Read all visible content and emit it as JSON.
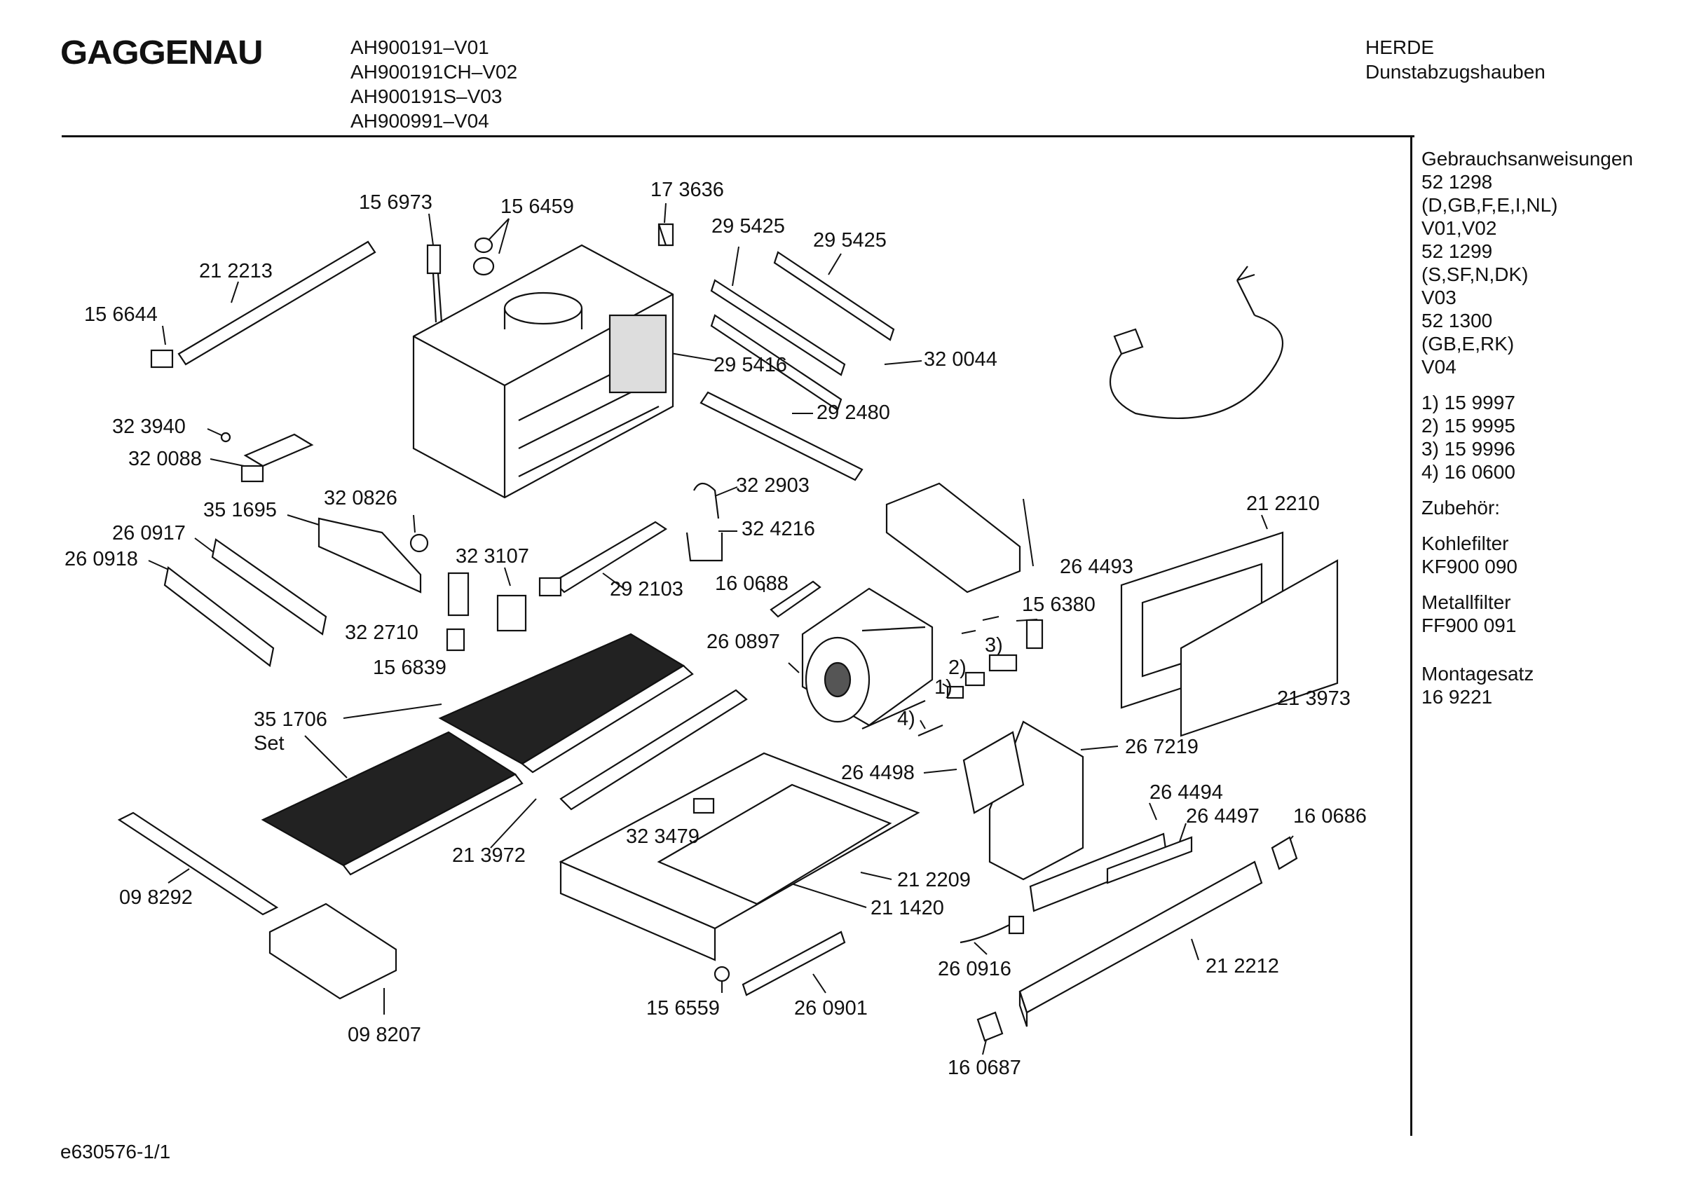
{
  "header": {
    "brand": "GAGGENAU",
    "models": [
      "AH900191–V01",
      "AH900191CH–V02",
      "AH900191S–V03",
      "AH900991–V04"
    ],
    "category": "HERDE",
    "subcategory": "Dunstabzugshauben"
  },
  "sidebar": {
    "lines": [
      "Gebrauchsanweisungen",
      "52 1298",
      "(D,GB,F,E,I,NL)",
      "V01,V02",
      "52 1299",
      "(S,SF,N,DK)",
      "V03",
      "52 1300",
      "(GB,E,RK)",
      "V04",
      "",
      "1)  15 9997",
      "2)  15 9995",
      "3)  15 9996",
      "4)  16 0600",
      "",
      "Zubehör:",
      "",
      "Kohlefilter",
      "KF900 090",
      "",
      "Metallfilter",
      "FF900 091",
      "",
      "",
      "Montagesatz",
      "16 9221"
    ]
  },
  "callouts": [
    "15 6973",
    "15 6459",
    "17 3636",
    "29 5425",
    "29 5425",
    "21 2213",
    "15 6644",
    "29 5416",
    "32 0044",
    "29 2480",
    "32 3940",
    "32 0088",
    "32 0826",
    "35 1695",
    "32 2903",
    "32 4216",
    "26 0917",
    "26 0918",
    "32 3107",
    "29 2103",
    "16 0688",
    "26 4493",
    "21 2210",
    "32 2710",
    "15 6839",
    "15 6380",
    "26 0897",
    "3)",
    "2)",
    "1)",
    "4)",
    "35 1706",
    "Set",
    "21 3973",
    "26 7219",
    "26 4498",
    "21 3972",
    "32 3479",
    "26 4494",
    "26 4497",
    "16 0686",
    "09 8292",
    "21 2209",
    "21 1420",
    "26 0916",
    "21 2212",
    "09 8207",
    "15 6559",
    "26 0901",
    "16 0687"
  ],
  "footer": {
    "code": "e630576-1/1"
  }
}
